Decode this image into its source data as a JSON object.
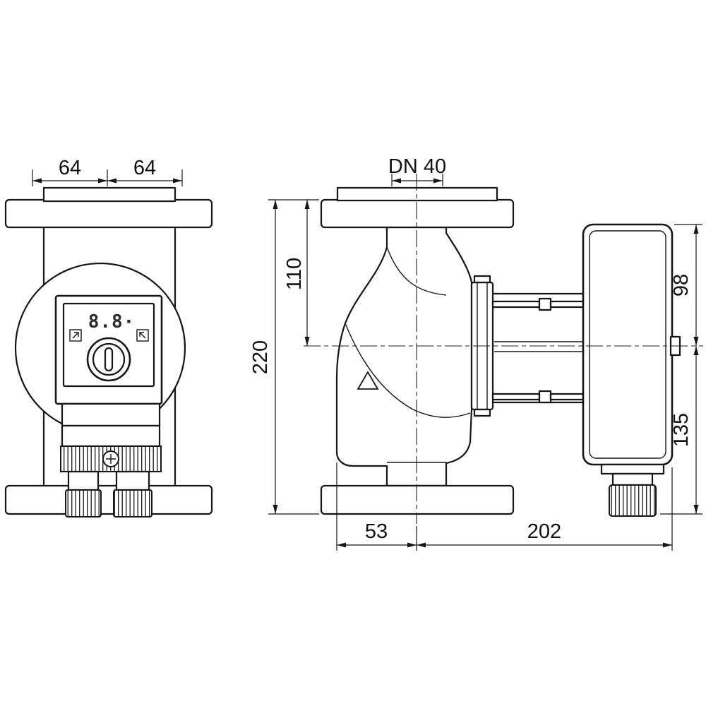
{
  "front_view": {
    "display_value": "8.8·",
    "dims": {
      "flange_left": "64",
      "flange_right": "64"
    }
  },
  "side_view": {
    "dims": {
      "nominal_diameter": "DN 40",
      "flange_to_center": "110",
      "total_height": "220",
      "center_to_top": "98",
      "center_to_bottom": "135",
      "foot_to_center": "53",
      "center_to_motor_end": "202"
    }
  }
}
